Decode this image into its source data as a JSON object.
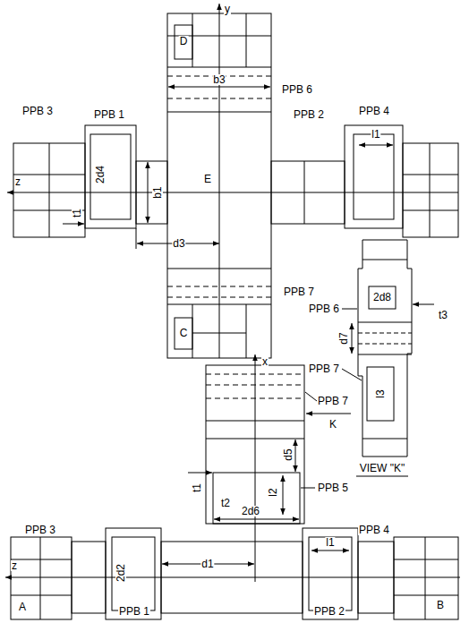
{
  "diagram": {
    "labels": [
      "y",
      "D",
      "PPB 6",
      "b3",
      "PPB 3",
      "PPB 1",
      "PPB 2",
      "PPB 4",
      "z",
      "2d4",
      "b1",
      "E",
      "l1",
      "t1",
      "d3",
      "PPB 7",
      "PPB 6",
      "2d8",
      "t3",
      "d7",
      "C",
      "PPB 7",
      "l3",
      "x",
      "PPB 7",
      "K",
      "d5",
      "t1",
      "t2",
      "l2",
      "PPB 5",
      "2d6",
      "VIEW \"K\"",
      "z",
      "PPB 3",
      "2d2",
      "d1",
      "l1",
      "PPB 4",
      "A",
      "PPB 1",
      "PPB 2",
      "B"
    ]
  }
}
